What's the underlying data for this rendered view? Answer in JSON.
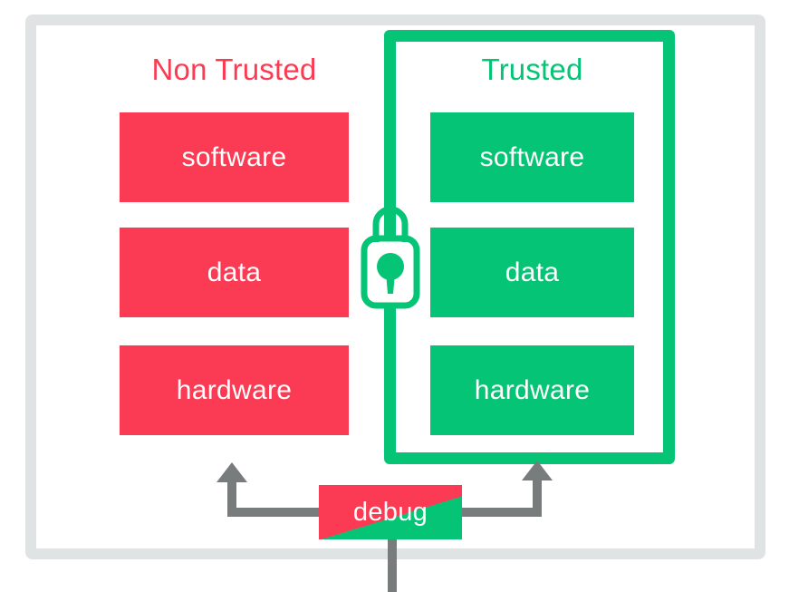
{
  "diagram": {
    "title_left": "Non Trusted",
    "title_right": "Trusted",
    "colors": {
      "untrusted_red": "#fb3b53",
      "trusted_green": "#06c476",
      "frame_gray": "#dfe3e3",
      "connector_gray": "#787c7d",
      "text_on_box": "#ffffff"
    },
    "untrusted_column": {
      "label": "Non Trusted",
      "layers": [
        {
          "label": "software"
        },
        {
          "label": "data"
        },
        {
          "label": "hardware"
        }
      ]
    },
    "trusted_column": {
      "label": "Trusted",
      "layers": [
        {
          "label": "software"
        },
        {
          "label": "data"
        },
        {
          "label": "hardware"
        }
      ]
    },
    "boundary": {
      "icon": "lock-icon"
    },
    "debug": {
      "label": "debug",
      "left_arrow_target": "Non Trusted",
      "right_arrow_target": "Trusted"
    }
  }
}
